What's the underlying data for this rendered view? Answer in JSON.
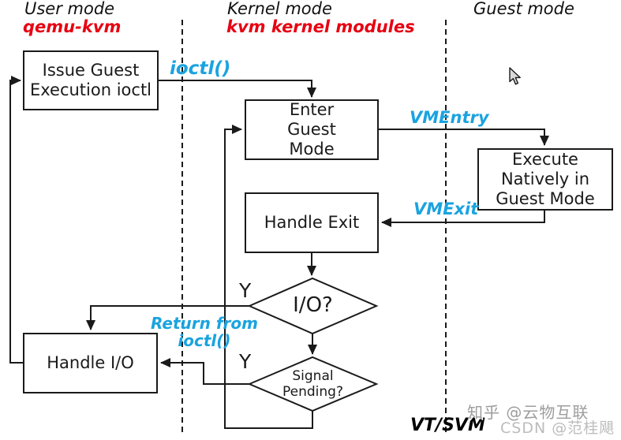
{
  "header": {
    "user_mode": {
      "title": "User mode",
      "subtitle": "qemu-kvm"
    },
    "kernel_mode": {
      "title": "Kernel mode",
      "subtitle": "kvm kernel modules"
    },
    "guest_mode": {
      "title": "Guest mode"
    }
  },
  "nodes": {
    "issue_guest_ioctl": "Issue Guest\nExecution ioctl",
    "enter_guest_mode": "Enter\nGuest\nMode",
    "execute_natively": "Execute\nNatively in\nGuest Mode",
    "handle_exit": "Handle Exit",
    "handle_io": "Handle I/O"
  },
  "decisions": {
    "io": "I/O?",
    "signal_pending": "Signal\nPending?"
  },
  "edge_labels": {
    "ioctl": "ioctl()",
    "vmentry": "VMEntry",
    "vmexit": "VMExit",
    "return_from_ioctl": "Return from\nioctl()",
    "yes_io": "Y",
    "yes_signal": "Y"
  },
  "footer": {
    "hw_support": "VT/SVM"
  },
  "watermarks": {
    "zhihu": "知乎 @云物互联",
    "csdn": "CSDN @范桂飓"
  },
  "colors": {
    "accent": "#1AA3DF",
    "emphasis": "#E60012",
    "line": "#1A1A1A"
  }
}
